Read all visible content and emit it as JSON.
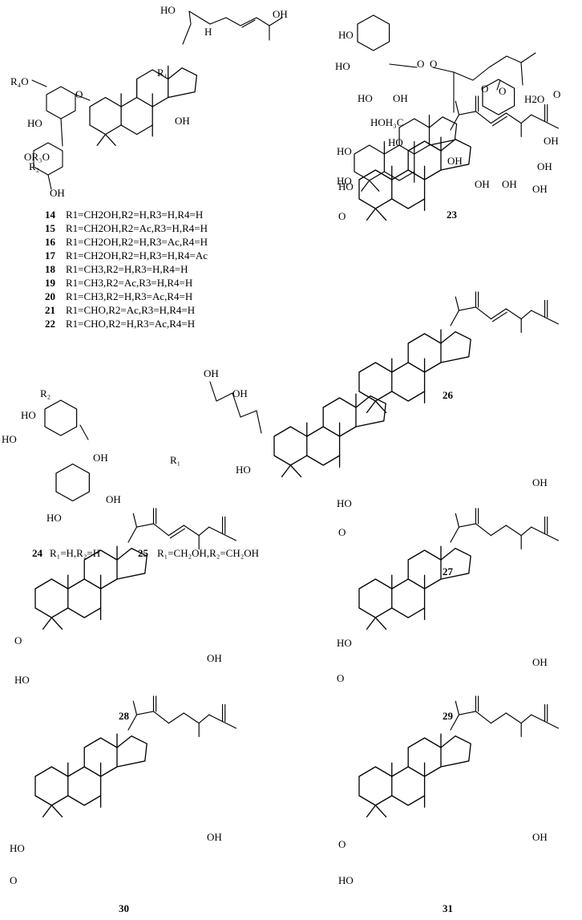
{
  "legend_14_22": [
    {
      "num": "14",
      "text": "R1=CH2OH,R2=H,R3=H,R4=H"
    },
    {
      "num": "15",
      "text": "R1=CH2OH,R2=Ac,R3=H,R4=H"
    },
    {
      "num": "16",
      "text": "R1=CH2OH,R2=H,R3=Ac,R4=H"
    },
    {
      "num": "17",
      "text": "R1=CH2OH,R2=H,R3=H,R4=Ac"
    },
    {
      "num": "18",
      "text": "R1=CH3,R2=H,R3=H,R4=H"
    },
    {
      "num": "19",
      "text": "R1=CH3,R2=Ac,R3=H,R4=H"
    },
    {
      "num": "20",
      "text": "R1=CH3,R2=H,R3=Ac,R4=H"
    },
    {
      "num": "21",
      "text": "R1=CHO,R2=Ac,R3=H,R4=H"
    },
    {
      "num": "22",
      "text": "R1=CHO,R2=H,R3=Ac,R4=H"
    }
  ],
  "legend_24_25": [
    {
      "num": "24",
      "text": "R₁=H,R₂=H"
    },
    {
      "num": "25",
      "text": "R₁=CH₂OH,R₂=CH₂OH"
    }
  ],
  "compound_labels": [
    "23",
    "26",
    "27",
    "28",
    "29",
    "30",
    "31"
  ],
  "atom_labels": {
    "ho": "HO",
    "oh": "OH",
    "o": "O",
    "h": "H",
    "r1": "R₁",
    "r2": "R₂",
    "r4o": "R₄O",
    "or3o": "OR₃O",
    "r2_sub": "R₂",
    "h2o": "H2O",
    "hoh3c": "HOH₃C"
  }
}
